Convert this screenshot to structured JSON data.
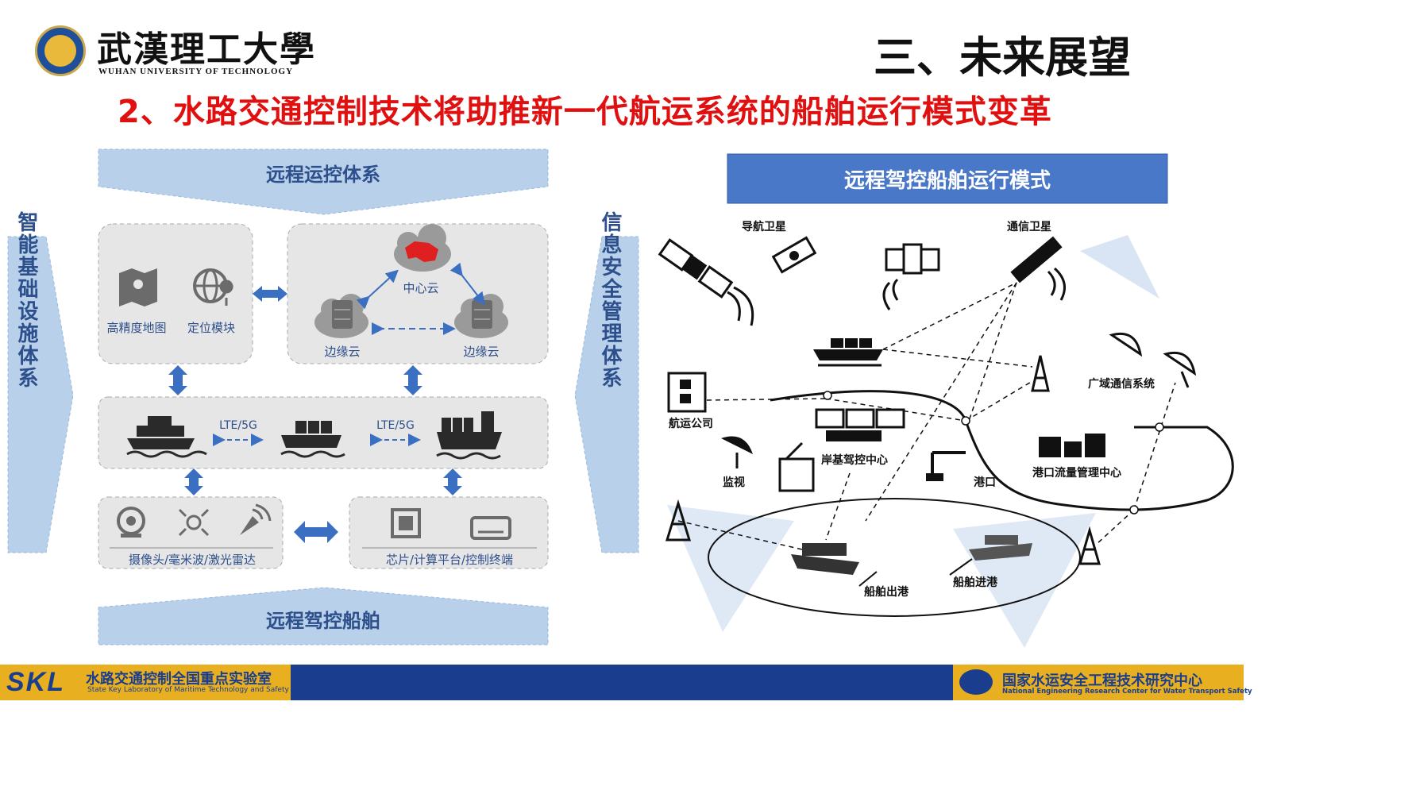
{
  "header": {
    "university_cn": "武漢理工大學",
    "university_en": "WUHAN UNIVERSITY OF TECHNOLOGY",
    "section_title": "三、未来展望",
    "subtitle": "2、水路交通控制技术将助推新一代航运系统的船舶运行模式变革",
    "subtitle_color": "#e01010"
  },
  "left_diagram": {
    "top_banner": "远程运控体系",
    "bottom_banner": "远程驾控船舶",
    "left_side": "智能基础设施体系",
    "right_side": "信息安全管理体系",
    "map_label": "高精度地图",
    "positioning_label": "定位模块",
    "center_cloud": "中心云",
    "edge_cloud_left": "边缘云",
    "edge_cloud_right": "边缘云",
    "link_left": "LTE/5G",
    "link_right": "LTE/5G",
    "sensors_label": "摄像头/毫米波/激光雷达",
    "compute_label": "芯片/计算平台/控制终端",
    "banner_color": "#b8d0ea",
    "box_color": "#e6e6e6",
    "arrow_color": "#3a6fc1"
  },
  "right_diagram": {
    "title": "远程驾控船舶运行模式",
    "title_bg": "#4a78c8",
    "nav_satellite": "导航卫星",
    "comm_satellite": "通信卫星",
    "shipping_company": "航运公司",
    "surveillance": "监视",
    "shore_center": "岸基驾控中心",
    "port": "港口",
    "wide_area": "广域通信系统",
    "port_traffic": "港口流量管理中心",
    "ship_out": "船舶出港",
    "ship_in": "船舶进港"
  },
  "footer": {
    "skl_logo": "SKL",
    "skl_cn": "水路交通控制全国重点实验室",
    "skl_en": "State Key Laboratory of Maritime Technology and Safety",
    "nrc_cn": "国家水运安全工程技术研究中心",
    "nrc_en": "National Engineering Research Center for Water Transport Safety"
  }
}
